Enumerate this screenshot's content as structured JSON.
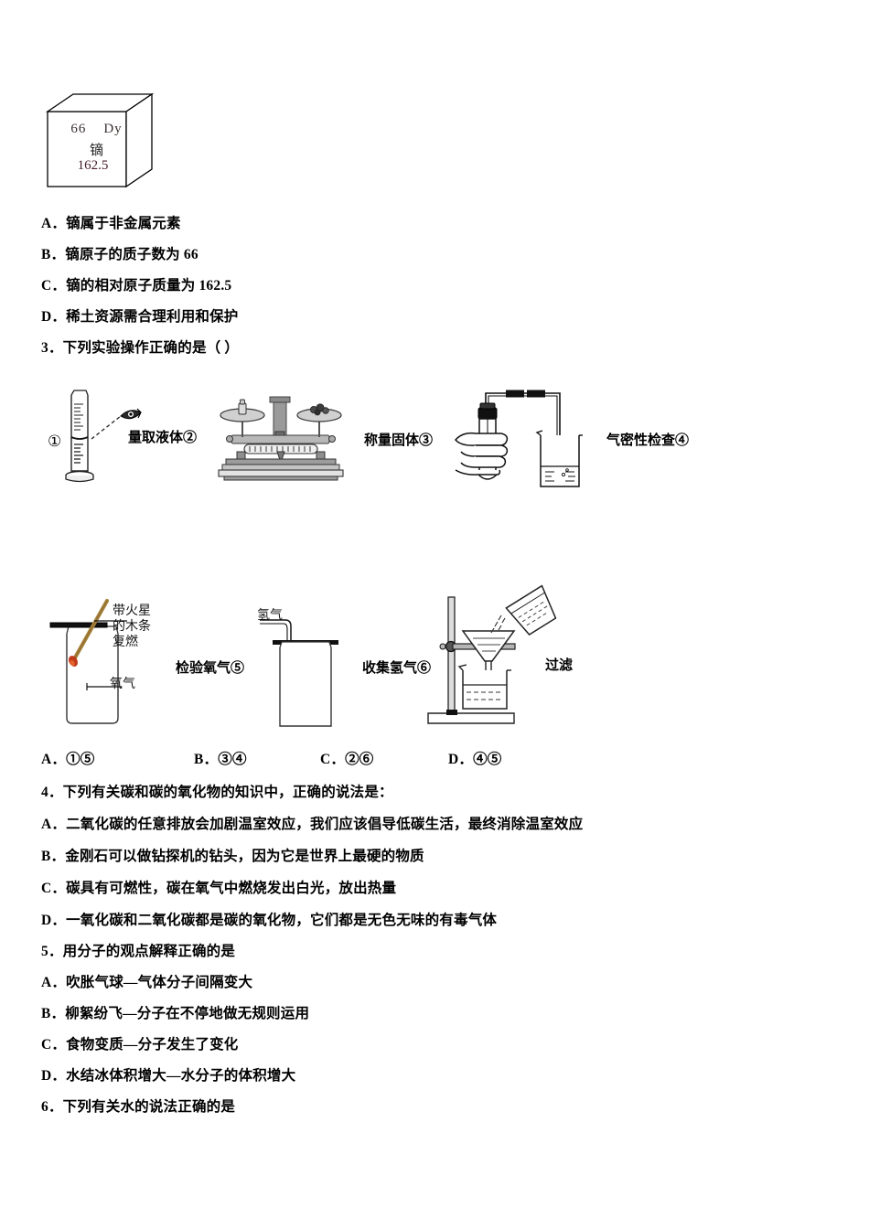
{
  "document": {
    "type": "chemistry-exam-page",
    "language": "zh-CN"
  },
  "element_cube": {
    "atomic_number": "66",
    "symbol": "Dy",
    "chinese_name": "镝",
    "relative_atomic_mass": "162.5"
  },
  "question_2_options": [
    {
      "label": "A．",
      "text": "镝属于非金属元素"
    },
    {
      "label": "B．",
      "text": "镝原子的质子数为 66"
    },
    {
      "label": "C．",
      "text": "镝的相对原子质量为 162.5"
    },
    {
      "label": "D．",
      "text": "稀土资源需合理利用和保护"
    }
  ],
  "question_3": {
    "stem": "3．下列实验操作正确的是（      ）",
    "figures_row1": [
      {
        "marker": "①",
        "caption": "",
        "name": "graduated-cylinder-reading"
      },
      {
        "marker": "",
        "caption": "量取液体②",
        "name": "measuring-liquid"
      },
      {
        "marker": "",
        "caption": "称量固体③",
        "name": "weighing-solid"
      },
      {
        "marker": "",
        "caption": "气密性检查④",
        "name": "airtightness-check"
      }
    ],
    "figures_row2": [
      {
        "caption": "检验氧气⑤",
        "name": "testing-oxygen"
      },
      {
        "caption": "收集氢气⑥",
        "name": "collecting-hydrogen"
      },
      {
        "caption": "过滤",
        "name": "filtration"
      }
    ],
    "annotations": {
      "glowing_splint": "带火星\n的木条\n复燃",
      "glowing_splint_line1": "带火星",
      "glowing_splint_line2": "的木条",
      "glowing_splint_line3": "复燃",
      "oxygen": "氧气",
      "hydrogen": "氢气"
    },
    "options": [
      {
        "label": "A．",
        "text": "①⑤"
      },
      {
        "label": "B．",
        "text": "③④"
      },
      {
        "label": "C．",
        "text": "②⑥"
      },
      {
        "label": "D．",
        "text": "④⑤"
      }
    ]
  },
  "question_4": {
    "stem": "4．下列有关碳和碳的氧化物的知识中，正确的说法是：",
    "options": [
      {
        "label": "A．",
        "text": "二氧化碳的任意排放会加剧温室效应，我们应该倡导低碳生活，最终消除温室效应"
      },
      {
        "label": "B．",
        "text": "金刚石可以做钻探机的钻头，因为它是世界上最硬的物质"
      },
      {
        "label": "C．",
        "text": "碳具有可燃性，碳在氧气中燃烧发出白光，放出热量"
      },
      {
        "label": "D．",
        "text": "一氧化碳和二氧化碳都是碳的氧化物，它们都是无色无味的有毒气体"
      }
    ]
  },
  "question_5": {
    "stem": "5．用分子的观点解释正确的是",
    "options": [
      {
        "label": "A．",
        "text": "吹胀气球—气体分子间隔变大"
      },
      {
        "label": "B．",
        "text": "柳絮纷飞—分子在不停地做无规则运用"
      },
      {
        "label": "C．",
        "text": "食物变质—分子发生了变化"
      },
      {
        "label": "D．",
        "text": "水结冰体积增大—水分子的体积增大"
      }
    ]
  },
  "question_6": {
    "stem": "6．下列有关水的说法正确的是"
  },
  "colors": {
    "ink": "#000000",
    "splint_wood": "#a8833c",
    "splint_ember": "#c0391a",
    "metal_gray": "#8a8a8a",
    "light_gray": "#c8c8c8"
  }
}
